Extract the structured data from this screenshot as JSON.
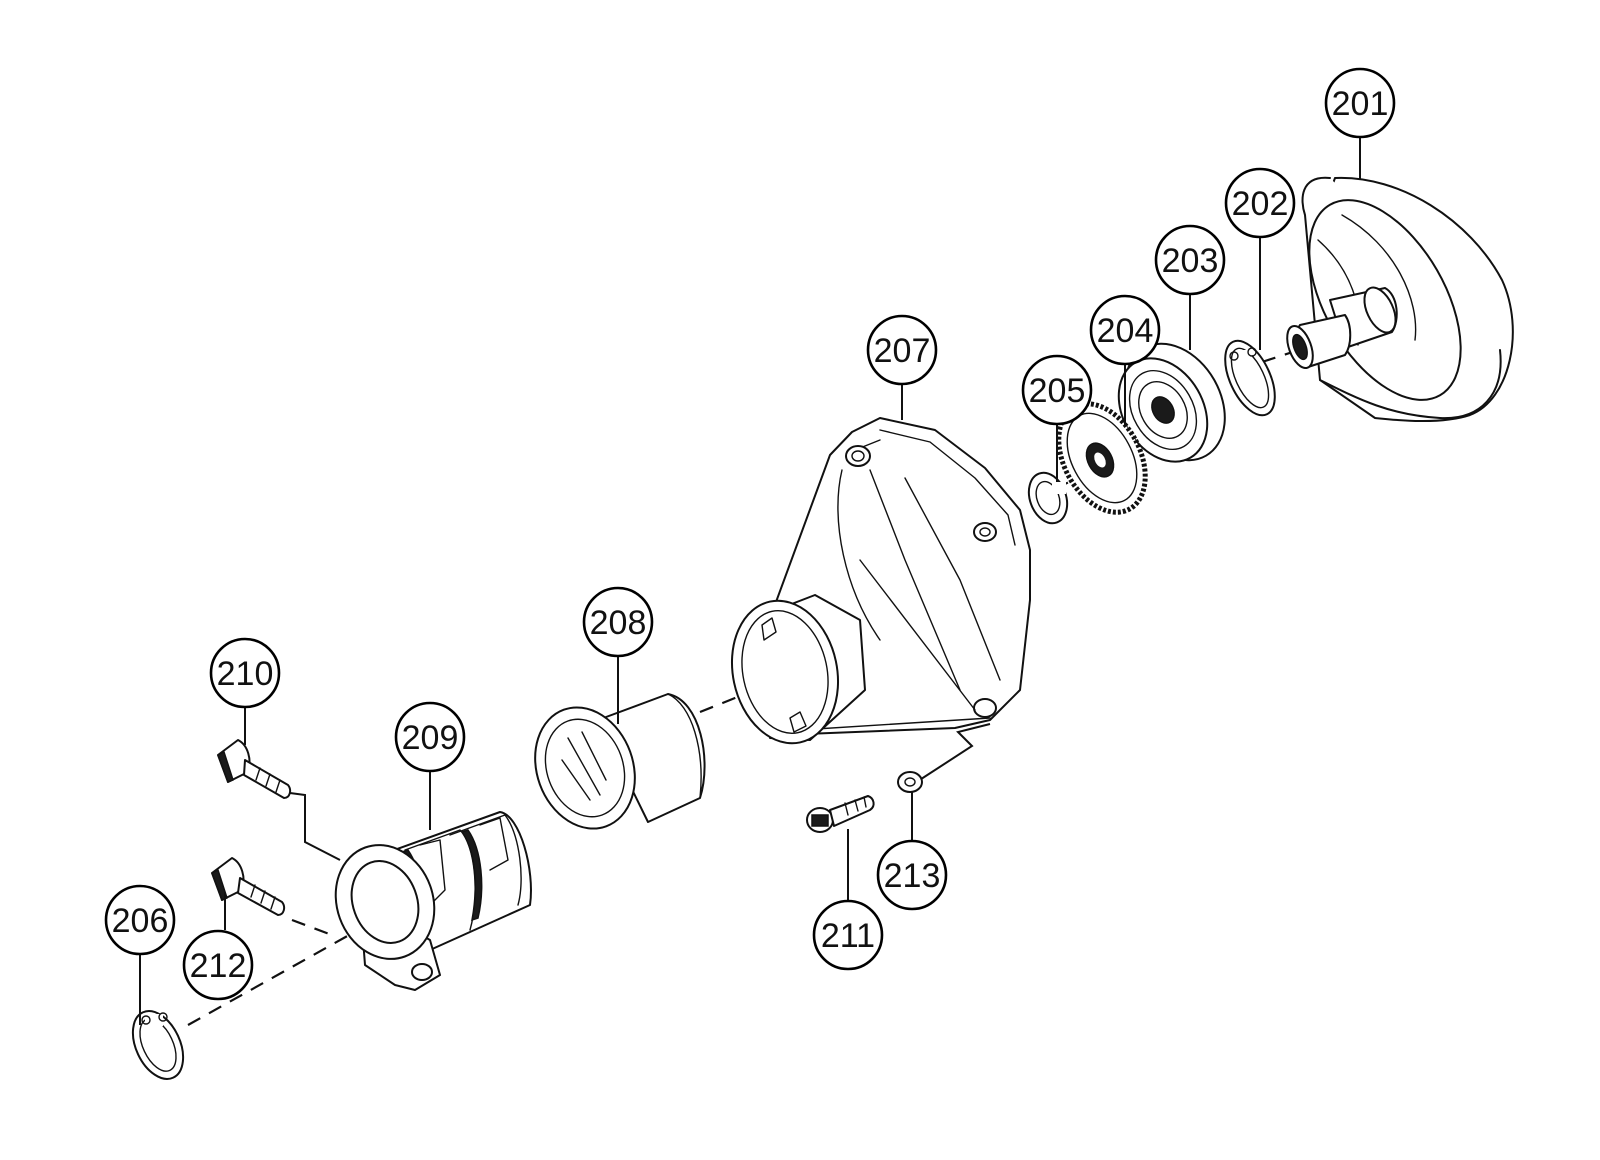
{
  "diagram": {
    "colors": {
      "line": "#111111",
      "background": "#ffffff"
    },
    "callouts": [
      {
        "id": "201",
        "label": "201"
      },
      {
        "id": "202",
        "label": "202"
      },
      {
        "id": "203",
        "label": "203"
      },
      {
        "id": "204",
        "label": "204"
      },
      {
        "id": "205",
        "label": "205"
      },
      {
        "id": "206",
        "label": "206"
      },
      {
        "id": "207",
        "label": "207"
      },
      {
        "id": "208",
        "label": "208"
      },
      {
        "id": "209",
        "label": "209"
      },
      {
        "id": "210",
        "label": "210"
      },
      {
        "id": "211",
        "label": "211"
      },
      {
        "id": "212",
        "label": "212"
      },
      {
        "id": "213",
        "label": "213"
      }
    ]
  }
}
